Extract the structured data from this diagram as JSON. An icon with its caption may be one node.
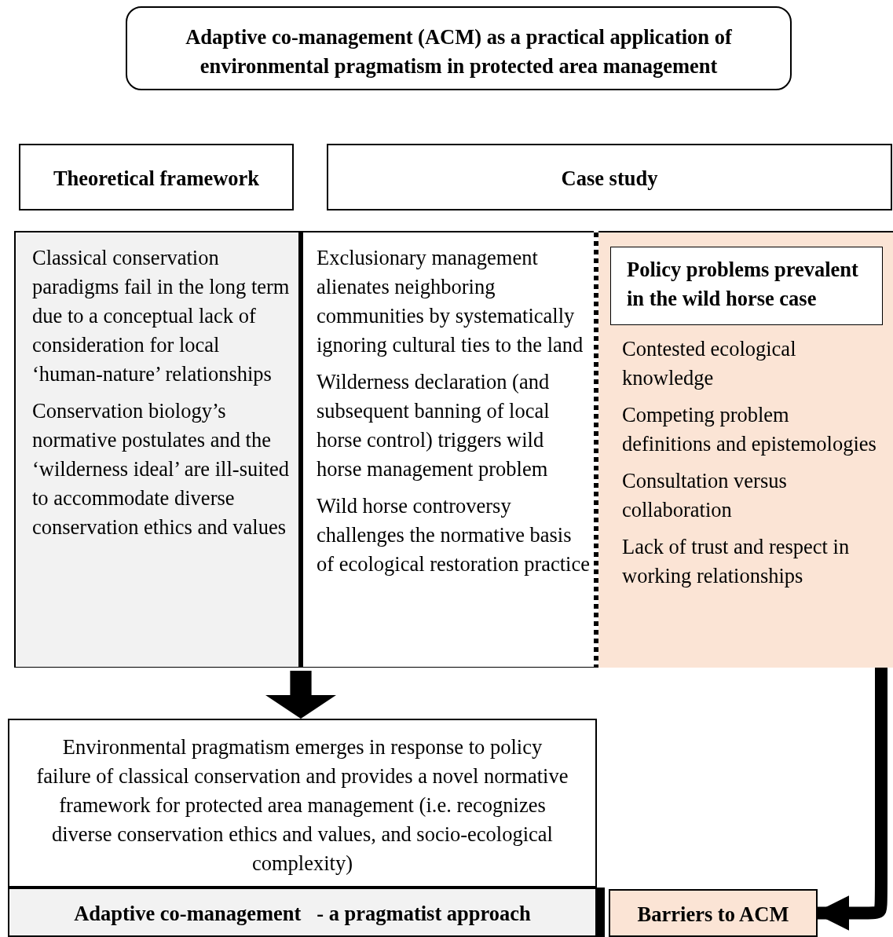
{
  "diagram": {
    "nodes": [
      {
        "text": [
          "Adaptive co-management (ACM) as a practical application of environmental pragmatism in protected area management"
        ]
      },
      {
        "text": [
          "Theoretical framework"
        ]
      },
      {
        "text": [
          "Case study"
        ]
      },
      {
        "text": [
          "Classical conservation paradigms fail in the long term due to a conceptual lack of consideration for local ‘human-nature’ relationships",
          "Conservation biology’s normative postulates and the ‘wilderness ideal’ are ill-suited to accommodate diverse conservation ethics and values"
        ]
      },
      {
        "text": [
          "Exclusionary management alienates neighboring communities by systematically ignoring cultural ties to the land",
          "Wilderness declaration (and subsequent banning of local horse control) triggers wild horse management problem",
          "Wild horse controversy challenges the normative basis of ecological restoration practice"
        ]
      },
      {
        "text": [
          "Contested ecological knowledge",
          "Competing problem definitions and epistemologies",
          "Consultation versus collaboration",
          "Lack of trust and respect in working relationships"
        ]
      },
      {
        "text": [
          "Policy problems prevalent in the wild horse case"
        ],
        "in": 5
      },
      {
        "text": [
          "Environmental pragmatism emerges in response to policy failure of classical conservation and provides a novel normative framework for protected area management (i.e. recognizes diverse conservation ethics and values, and socio-ecological complexity)"
        ]
      },
      {
        "text": [
          "Adaptive co-management   - a pragmatist approach"
        ]
      },
      {
        "text": [
          "Barriers to ACM"
        ]
      }
    ],
    "edges": [
      {
        "from": 3,
        "to": 7,
        "arrow": "to"
      },
      {
        "from": 4,
        "to": 7,
        "arrow": "to"
      },
      {
        "from": 5,
        "to": 9,
        "arrow": "to"
      }
    ]
  }
}
